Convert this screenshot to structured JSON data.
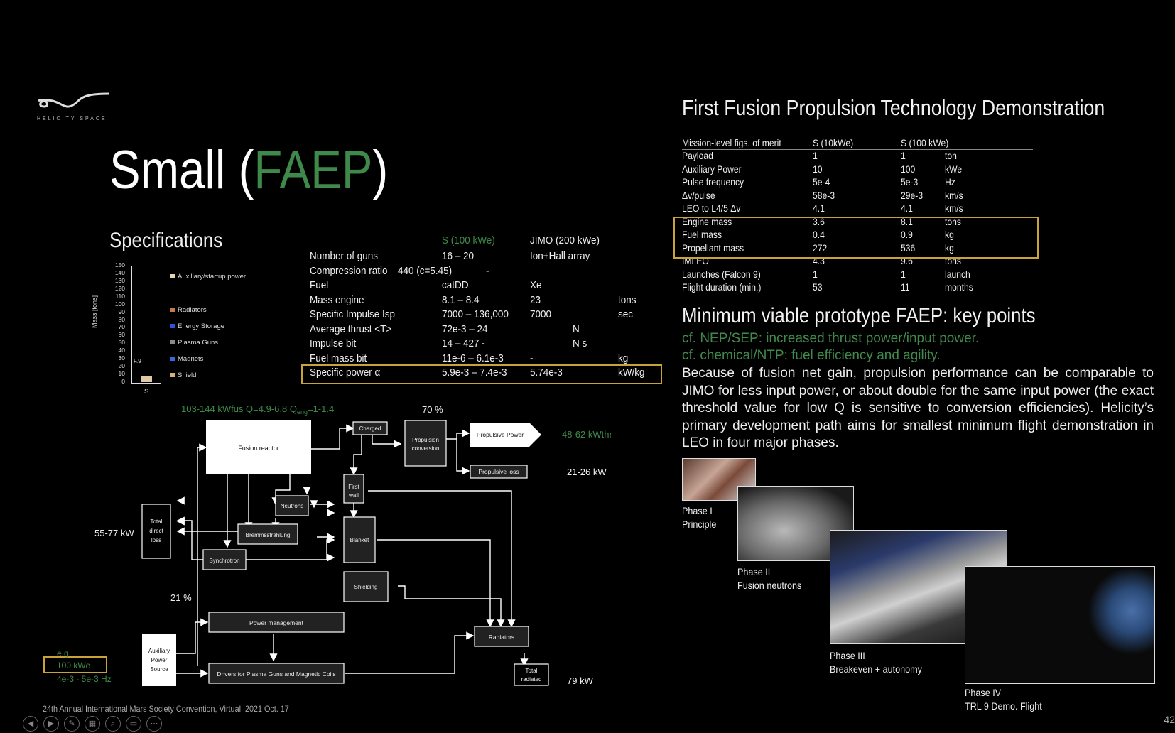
{
  "brand": {
    "logo_text": "HELICITY SPACE"
  },
  "title": {
    "prefix": "Small (",
    "accent": "FAEP",
    ")": ")",
    "suffix": ")"
  },
  "specifications": {
    "heading": "Specifications"
  },
  "bar_chart": {
    "ylabel": "Mass [tons]",
    "ticks": [
      "150",
      "140",
      "130",
      "120",
      "110",
      "100",
      "90",
      "80",
      "70",
      "60",
      "50",
      "40",
      "30",
      "20",
      "10",
      "0"
    ],
    "x_label": "S",
    "marker_label": "F.9",
    "legend": [
      {
        "label": "Auxiliary/startup power",
        "color": "#e8d5b0"
      },
      {
        "label": "Radiators",
        "color": "#c77b4a"
      },
      {
        "label": "Energy Storage",
        "color": "#2f52d8"
      },
      {
        "label": "Plasma Guns",
        "color": "#8a8a8a"
      },
      {
        "label": "Magnets",
        "color": "#3a6ad8"
      },
      {
        "label": "Shield",
        "color": "#d6b07a"
      }
    ],
    "bar_value": 8
  },
  "spec_table": {
    "headers": [
      "S (100 kWe)",
      "JIMO (200 kWe)"
    ],
    "rows": [
      {
        "label": "Number of guns",
        "s": "16 – 20",
        "jimo": "Ion+Hall array",
        "unit": ""
      },
      {
        "label": "Compression ratio",
        "s": "440 (c=5.45)",
        "jimo": "-",
        "unit": ""
      },
      {
        "label": "Fuel",
        "s": "catDD",
        "jimo": "Xe",
        "unit": ""
      },
      {
        "label": "Mass engine",
        "s": "8.1 – 8.4",
        "jimo": "23",
        "unit": "tons"
      },
      {
        "label": "Specific Impulse Isp",
        "s": "7000 – 136,000",
        "jimo": "7000",
        "unit": "sec"
      },
      {
        "label": "Average thrust <T>",
        "s": "72e-3 – 24",
        "jimo": "",
        "unit": "N"
      },
      {
        "label": "Impulse bit",
        "s": "14 – 427 -",
        "jimo": "",
        "unit": "N s"
      },
      {
        "label": "Fuel mass bit",
        "s": "11e-6 – 6.1e-3",
        "jimo": "-",
        "unit": "kg"
      },
      {
        "label": "Specific power α",
        "s": "5.9e-3 – 7.4e-3",
        "jimo": "5.74e-3",
        "unit": "kW/kg"
      }
    ]
  },
  "demo": {
    "heading": "First Fusion Propulsion Technology Demonstration",
    "headers": [
      "Mission-level figs. of merit",
      "S (10kWe)",
      "S (100 kWe)"
    ],
    "rows": [
      {
        "label": "Payload",
        "a": "1",
        "b": "1",
        "unit": "ton"
      },
      {
        "label": "Auxiliary Power",
        "a": "10",
        "b": "100",
        "unit": "kWe"
      },
      {
        "label": "Pulse frequency",
        "a": "5e-4",
        "b": "5e-3",
        "unit": "Hz"
      },
      {
        "label": "Δv/pulse",
        "a": "58e-3",
        "b": "29e-3",
        "unit": "km/s"
      },
      {
        "label": "LEO to L4/5 Δv",
        "a": "4.1",
        "b": "4.1",
        "unit": "km/s"
      },
      {
        "label": "Engine mass",
        "a": "3.6",
        "b": "8.1",
        "unit": "tons"
      },
      {
        "label": "Fuel mass",
        "a": "0.4",
        "b": "0.9",
        "unit": "kg"
      },
      {
        "label": "Propellant mass",
        "a": "272",
        "b": "536",
        "unit": "kg"
      },
      {
        "label": "IMLEO",
        "a": "4.3",
        "b": "9.6",
        "unit": "tons"
      },
      {
        "label": "Launches (Falcon 9)",
        "a": "1",
        "b": "1",
        "unit": "launch"
      },
      {
        "label": "Flight duration (min.)",
        "a": "53",
        "b": "11",
        "unit": "months"
      }
    ]
  },
  "keypoints": {
    "heading": "Minimum viable prototype FAEP: key points",
    "cf1": "cf. NEP/SEP: increased thrust power/input power.",
    "cf2": "cf. chemical/NTP: fuel efficiency and agility.",
    "body": "Because of fusion net gain, propulsion performance can be comparable to JIMO for less input power, or about double for the same input power (the exact threshold value for low Q is sensitive to conversion efficiencies). Helicity’s primary development path aims for smallest minimum flight demonstration in LEO in four major phases."
  },
  "phases": [
    {
      "l1": "Phase I",
      "l2": "Principle"
    },
    {
      "l1": "Phase II",
      "l2": "Fusion neutrons"
    },
    {
      "l1": "Phase III",
      "l2": "Breakeven + autonomy"
    },
    {
      "l1": "Phase IV",
      "l2": "TRL 9 Demo. Flight"
    }
  ],
  "flow": {
    "top_note": "103-144 kWfus  Q=4.9-6.8  Q",
    "top_note_sub": "eng",
    "top_note_end": "=1-1.4",
    "pct70": "70 %",
    "pct21": "21 %",
    "fusion_reactor": "Fusion reactor",
    "charged": "Charged",
    "prop_conv_1": "Propulsion",
    "prop_conv_2": "conversion",
    "propulsive_power": "Propulsive Power",
    "propulsive_loss": "Propulsive loss",
    "pp_value": "48-62 kWthr",
    "pl_value": "21-26 kW",
    "first_wall_1": "First",
    "first_wall_2": "wall",
    "neutrons": "Neutrons",
    "bremsstrahlung": "Bremmsstrahlung",
    "blanket": "Blanket",
    "synchrotron": "Synchrotron",
    "shielding": "Shielding",
    "tdl_1": "Total",
    "tdl_2": "direct",
    "tdl_3": "loss",
    "tdl_value": "55-77 kW",
    "power_mgmt": "Power management",
    "drivers": "Drivers for Plasma Guns and Magnetic Coils",
    "radiators": "Radiators",
    "total_rad_1": "Total",
    "total_rad_2": "radiated",
    "total_rad_value": "79 kW",
    "aux_1": "Auxiliary",
    "aux_2": "Power",
    "aux_3": "Source",
    "eg": "e.g.",
    "eg_power": "100 kWe",
    "eg_freq": "4e-3 - 5e-3 Hz"
  },
  "footer": {
    "text": "24th Annual International Mars Society Convention, Virtual, 2021 Oct. 17",
    "page": "42"
  },
  "controls": [
    "prev-icon",
    "next-icon",
    "pen-icon",
    "slides-icon",
    "zoom-icon",
    "subtitles-icon",
    "more-icon"
  ]
}
